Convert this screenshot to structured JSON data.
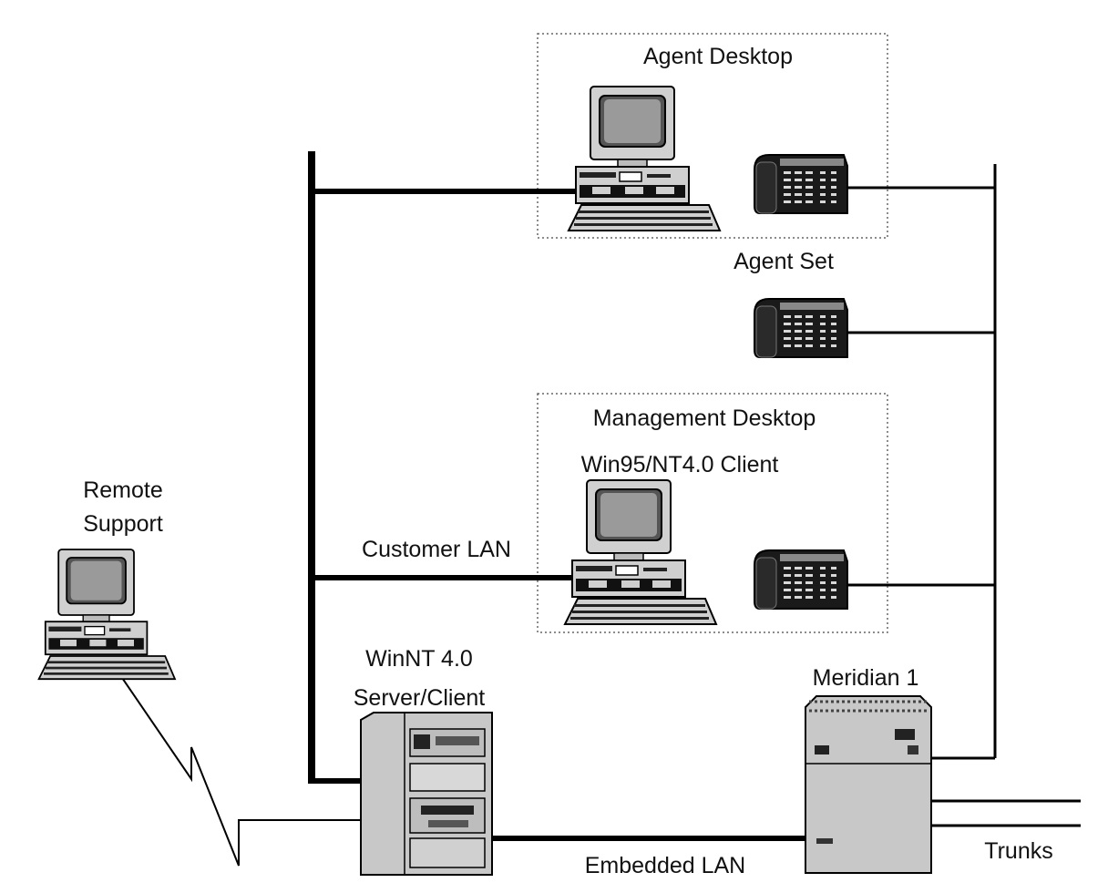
{
  "labels": {
    "agent_desktop": "Agent Desktop",
    "agent_set": "Agent Set",
    "management_desktop": "Management Desktop",
    "win95_client": "Win95/NT4.0 Client",
    "remote": "Remote",
    "support": "Support",
    "customer_lan": "Customer LAN",
    "winnt_line1": "WinNT 4.0",
    "winnt_line2": "Server/Client",
    "meridian": "Meridian 1",
    "trunks": "Trunks",
    "embedded_lan": "Embedded LAN"
  },
  "icons": {
    "workstation": "desktop-computer-icon",
    "phone": "telephone-set-icon",
    "server": "tower-server-icon",
    "pbx": "meridian-switch-icon",
    "modem_link": "zigzag-link-icon"
  },
  "colors": {
    "line": "#000000",
    "device_gray": "#c8c8c8",
    "device_dark": "#1a1a1a",
    "dotted_box": "#666666"
  }
}
